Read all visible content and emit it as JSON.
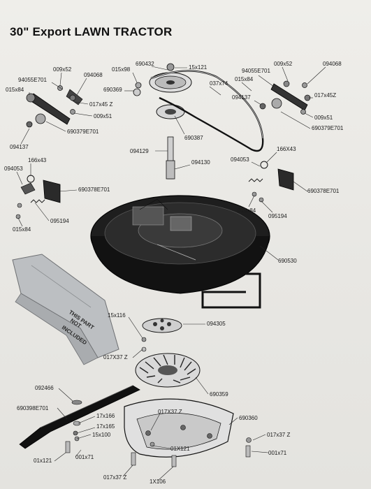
{
  "document": {
    "title": "30\" Export LAWN TRACTOR"
  },
  "labels": {
    "p009x52_l": "009x52",
    "p094068_l": "094068",
    "p94055E701_l": "94055E701",
    "p015x84_l_top": "015x84",
    "p017x45Z_l": "017x45 Z",
    "p009x51_l": "009x51",
    "p690379E701_l": "690379E701",
    "p094137_l": "094137",
    "p166x43_l": "166x43",
    "p094053_l": "094053",
    "p690378E701_l": "690378E701",
    "p095194_l": "095194",
    "p015x84_l_bot": "015x84",
    "p015x98": "015x98",
    "p690432": "690432",
    "p15x121": "15x121",
    "p690369": "690369",
    "p037x74": "037x74",
    "p690387": "690387",
    "p094129": "094129",
    "p094130": "094130",
    "p009x52_r": "009x52",
    "p94055E701_r": "94055E701",
    "p094068_r": "094068",
    "p015x84_r_top": "015x84",
    "p017x45Z_r": "017x45Z",
    "p094137_r": "094137",
    "p009x51_r": "009x51",
    "p690379E701_r": "690379E701",
    "p166x43_r": "166X43",
    "p094053_r": "094053",
    "p690378E701_r": "690378E701",
    "p015x84_r_bot": "015x84",
    "p095194_r": "095194",
    "p690530": "690530",
    "p15x116": "15x116",
    "p094305": "094305",
    "p017x37Z_a": "017X37 Z",
    "p690359": "690359",
    "p092466": "092466",
    "p690398E701": "690398E701",
    "p17x166": "17x166",
    "p17x165": "17x165",
    "p15x100": "15x100",
    "p017x37Z_b": "017X37 Z",
    "p690360": "690360",
    "p017x37Z_c": "017x37 Z",
    "p01x121_l": "01x121",
    "p001x71_l": "001x71",
    "p01X121_m": "01X121",
    "p001x71_r": "001x71",
    "p017x37Z_d": "017x37 Z",
    "p1X106": "1X106"
  },
  "notes": {
    "not_included_1": "THIS PART",
    "not_included_2": "NOT",
    "not_included_3": "INCLUDED"
  },
  "colors": {
    "ink": "#111111",
    "paper": "#ecebe7",
    "deck": "#1c1c1c",
    "chute_shade": "#b9bcbf"
  }
}
